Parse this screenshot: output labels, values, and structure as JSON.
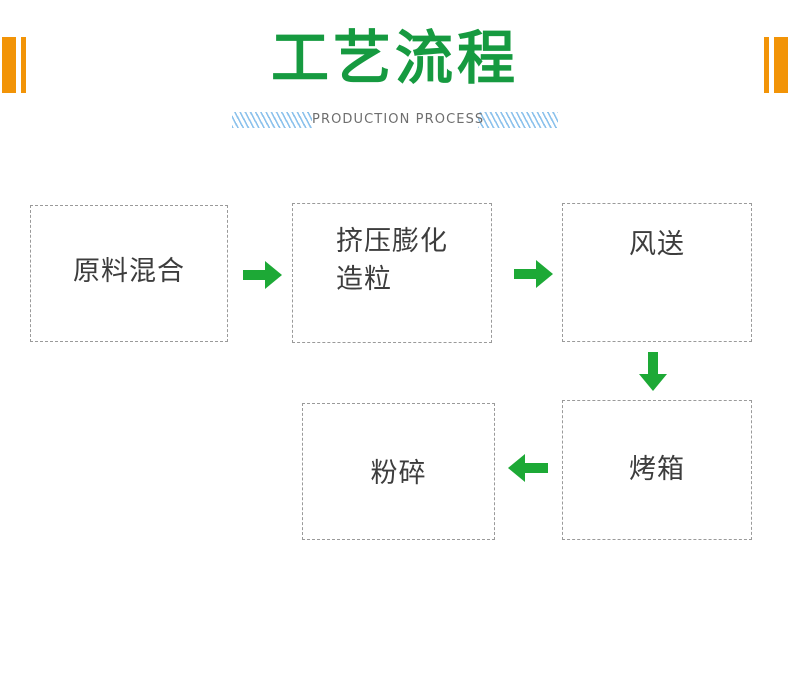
{
  "header": {
    "title": "工艺流程",
    "subtitle": "PRODUCTION PROCESS",
    "title_color": "#169A40",
    "deco_color": "#F29407",
    "hatch_color": "#8CC2EC",
    "subtitle_color": "#6E6E6E"
  },
  "diagram": {
    "type": "flowchart",
    "node_border_color": "#9a9a9a",
    "node_text_color": "#3d3d3d",
    "arrow_color": "#1DA936",
    "nodes": [
      {
        "id": "node-1",
        "label": "原料混合"
      },
      {
        "id": "node-2",
        "label": "挤压膨化\n造粒"
      },
      {
        "id": "node-3",
        "label": "风送"
      },
      {
        "id": "node-4",
        "label": "烤箱"
      },
      {
        "id": "node-5",
        "label": "粉碎"
      }
    ],
    "arrows": [
      {
        "id": "arrow-1",
        "direction": "right",
        "from": "node-1",
        "to": "node-2"
      },
      {
        "id": "arrow-2",
        "direction": "right",
        "from": "node-2",
        "to": "node-3"
      },
      {
        "id": "arrow-3",
        "direction": "down",
        "from": "node-3",
        "to": "node-4"
      },
      {
        "id": "arrow-4",
        "direction": "left",
        "from": "node-4",
        "to": "node-5"
      }
    ]
  }
}
